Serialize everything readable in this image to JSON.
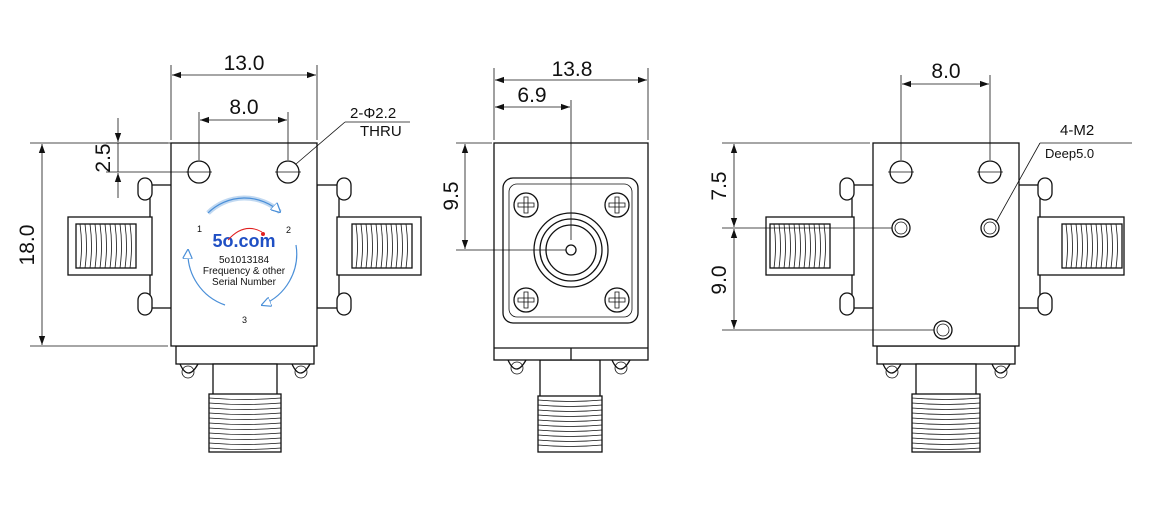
{
  "colors": {
    "line": "#111111",
    "brand": "#1f4fc4",
    "brand_dot": "#e02020",
    "arrow": "#4a8fd8"
  },
  "front_view": {
    "dim_width": "13.0",
    "dim_hole_spacing": "8.0",
    "dim_hole_offset": "2.5",
    "dim_height": "18.0",
    "hole_note_line1": "2-Φ2.2",
    "hole_note_line2": "THRU",
    "label": {
      "brand": "5o.com",
      "serial": "5o1013184",
      "line2": "Frequency & other",
      "line3": "Serial Number",
      "port1": "1",
      "port2": "2",
      "port3": "3"
    }
  },
  "side_view": {
    "dim_width": "13.8",
    "dim_center": "6.9",
    "dim_height": "9.5"
  },
  "back_view": {
    "dim_hole_spacing": "8.0",
    "dim_top": "7.5",
    "dim_bottom": "9.0",
    "thread_note_line1": "4-M2",
    "thread_note_line2": "Deep5.0"
  }
}
